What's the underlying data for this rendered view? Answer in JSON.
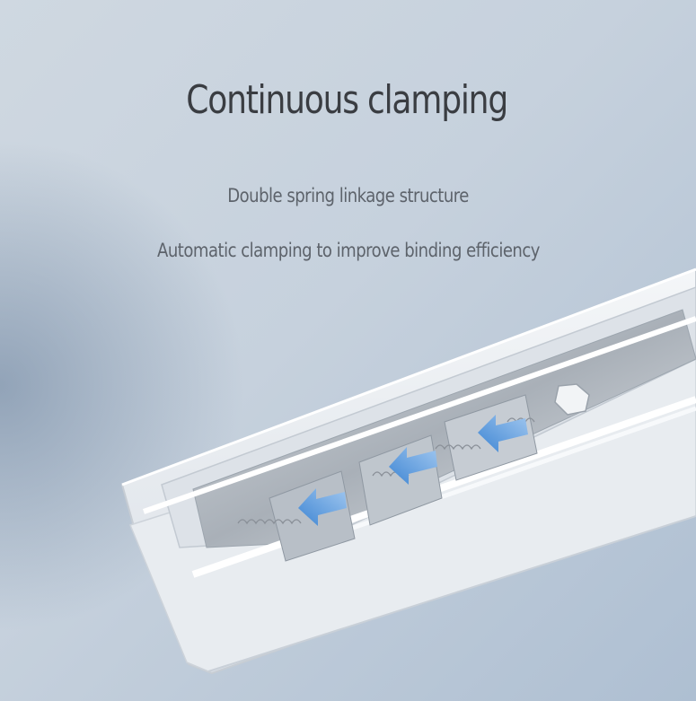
{
  "heading": {
    "title": "Continuous clamping"
  },
  "features": [
    "Double spring linkage structure",
    "Automatic clamping to improve binding efficiency"
  ],
  "colors": {
    "background": "#b9c7d6",
    "heading_text": "#3a3d42",
    "body_text": "#5d636b",
    "arrow_accent": "#4a8fd6",
    "device_body": "#eef1f4"
  },
  "illustration": {
    "subject": "stapler-clamping-mechanism",
    "direction_arrows": 3
  }
}
